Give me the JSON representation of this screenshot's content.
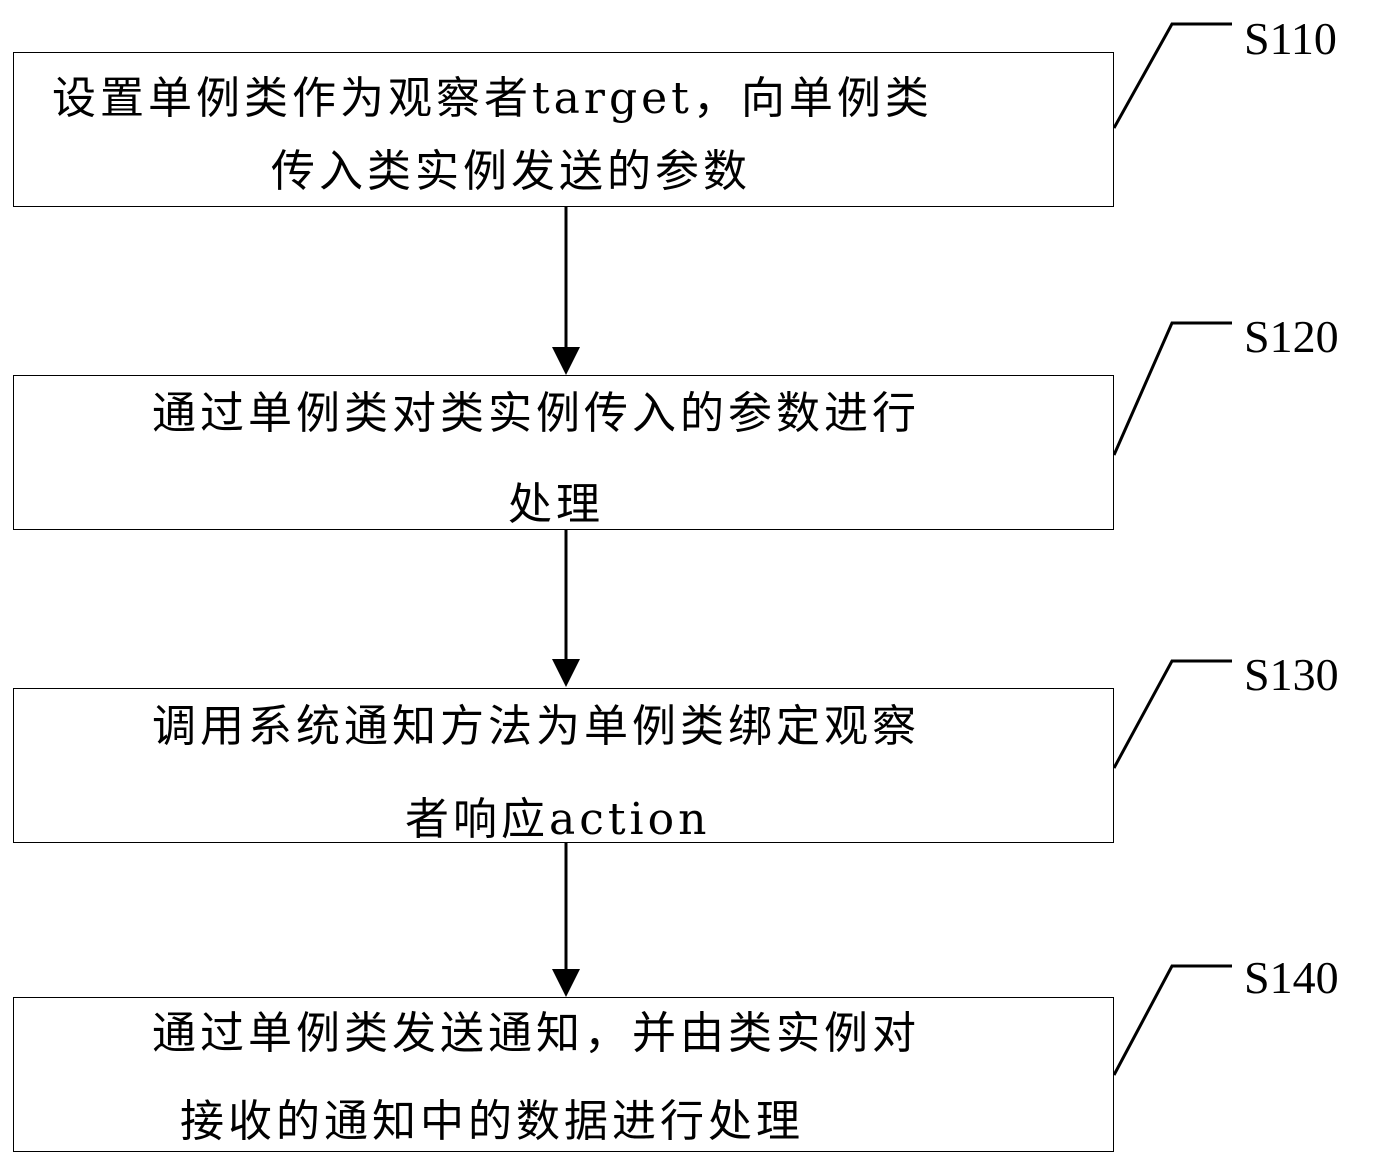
{
  "steps": [
    {
      "id": "S110",
      "lines": [
        "设置单例类作为观察者target，向单例类",
        "传入类实例发送的参数"
      ]
    },
    {
      "id": "S120",
      "lines": [
        "通过单例类对类实例传入的参数进行",
        "处理"
      ]
    },
    {
      "id": "S130",
      "lines": [
        "调用系统通知方法为单例类绑定观察",
        "者响应action"
      ]
    },
    {
      "id": "S140",
      "lines": [
        "通过单例类发送通知，并由类实例对",
        "接收的通知中的数据进行处理"
      ]
    }
  ]
}
